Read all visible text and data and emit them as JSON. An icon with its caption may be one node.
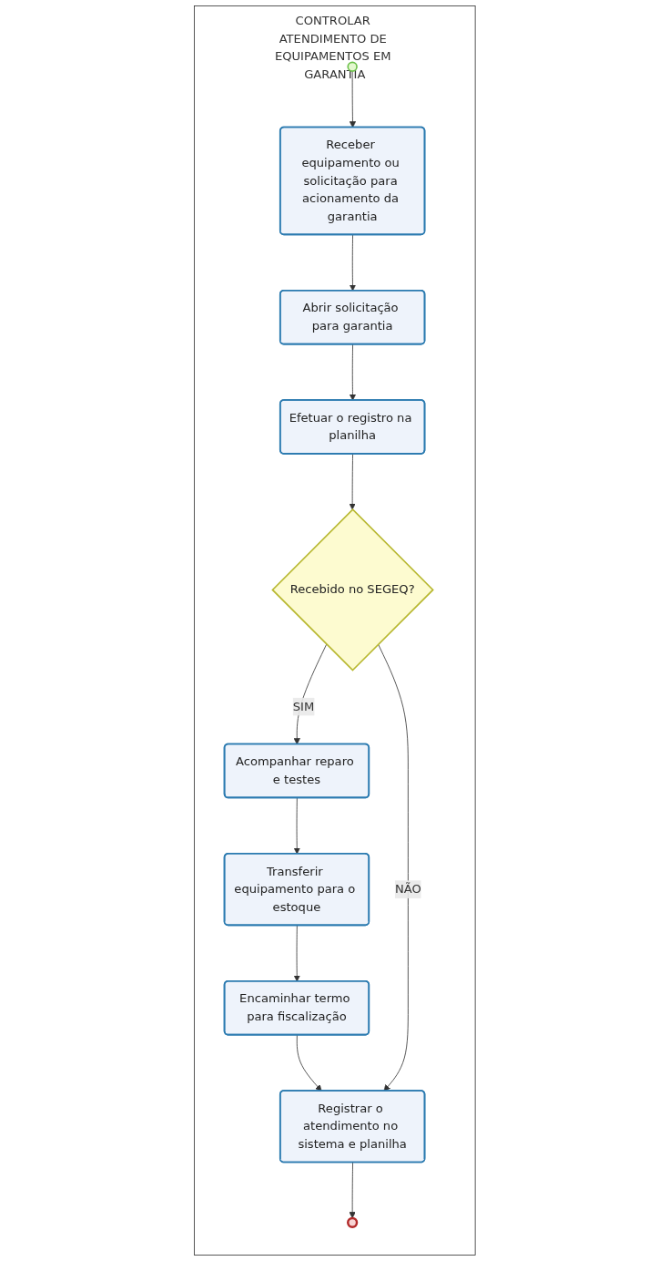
{
  "diagram": {
    "nodes": [
      {
        "text": [
          "CONTROLAR ATENDIMENTO DE EQUIPAMENTOS EM GARANTIA"
        ]
      },
      {
        "text": [],
        "shape": "circle",
        "in": 0
      },
      {
        "text": [
          "Receber equipamento ou solicitação para acionamento da garantia"
        ],
        "in": 0
      },
      {
        "text": [
          "Abrir solicitação para garantia"
        ],
        "in": 0
      },
      {
        "text": [
          "Efetuar o registro na planilha"
        ],
        "in": 0
      },
      {
        "text": [
          "Recebido no SEGEQ?"
        ],
        "in": 0
      },
      {
        "text": [
          "Acompanhar reparo e testes"
        ],
        "in": 0
      },
      {
        "text": [
          "Transferir equipamento para o estoque"
        ],
        "in": 0
      },
      {
        "text": [
          "Encaminhar termo para fiscalização"
        ],
        "in": 0
      },
      {
        "text": [
          "Registrar o atendimento no sistema e planilha"
        ],
        "in": 0
      },
      {
        "text": [],
        "shape": "circle",
        "in": 0
      }
    ],
    "edges": [
      {
        "from": 1,
        "to": 2,
        "arrow": "to"
      },
      {
        "from": 2,
        "to": 3,
        "arrow": "to"
      },
      {
        "from": 3,
        "to": 4,
        "arrow": "to"
      },
      {
        "from": 4,
        "to": 5,
        "arrow": "to"
      },
      {
        "from": 5,
        "to": 6,
        "label": "SIM",
        "arrow": "to"
      },
      {
        "from": 6,
        "to": 7,
        "arrow": "to"
      },
      {
        "from": 7,
        "to": 8,
        "arrow": "to"
      },
      {
        "from": 8,
        "to": 9,
        "arrow": "to"
      },
      {
        "from": 5,
        "to": 9,
        "label": "NÃO",
        "arrow": "to"
      },
      {
        "from": 9,
        "to": 10,
        "arrow": "to"
      }
    ]
  }
}
